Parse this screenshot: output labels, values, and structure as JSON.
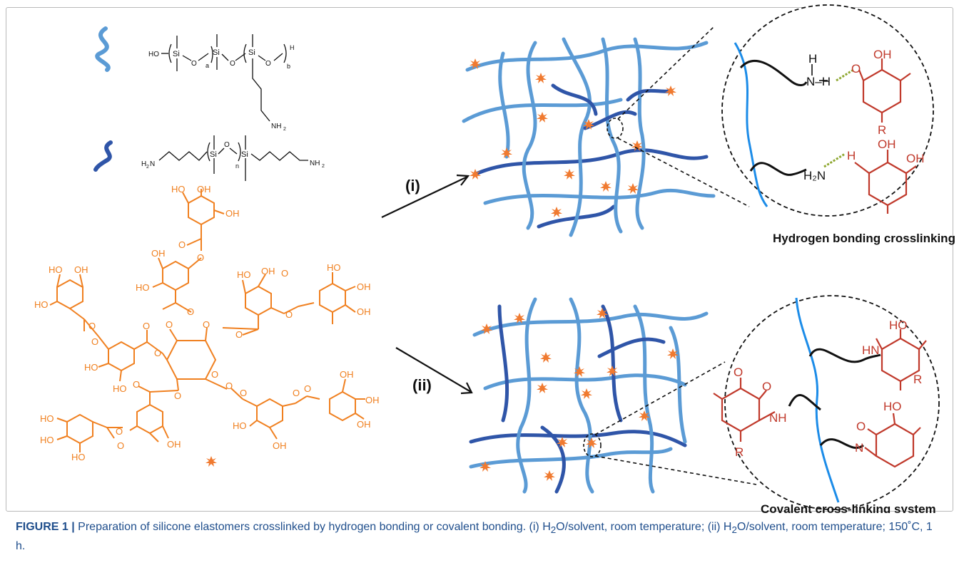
{
  "chem": {
    "polymer1": {
      "ho": "HO",
      "si1": "Si",
      "o1": "O",
      "sub_a": "a",
      "si2": "Si",
      "o2": "O",
      "si3": "Si",
      "o3": "O",
      "sub_b": "b",
      "h": "H",
      "nh2": "NH",
      "nh2_sub": "2"
    },
    "polymer2": {
      "h2n": "H",
      "h2n_sub": "2",
      "h2n_n": "N",
      "si1": "Si",
      "o": "O",
      "sub_n": "n",
      "si2": "Si",
      "nh2": "NH",
      "nh2_sub": "2"
    },
    "tannic_acid": {
      "oh": "OH",
      "ho": "HO",
      "o": "O"
    }
  },
  "arrows": {
    "upper": "(i)",
    "lower": "(ii)"
  },
  "zoom_upper": {
    "h": "H",
    "nh": "N–H",
    "o_h": "O",
    "h2n": "H₂N",
    "oh": "OH",
    "oh2": "OH",
    "r": "R"
  },
  "zoom_lower": {
    "ho1": "HO",
    "hn": "HN",
    "r1": "R",
    "o1": "O",
    "o2": "O",
    "nh": "NH",
    "r2": "R",
    "ho2": "HO",
    "o3": "O",
    "n": "N"
  },
  "labels": {
    "upper_system": "Hydrogen bonding crosslinking system",
    "lower_system": "Covalent cross-linking system"
  },
  "caption": {
    "label": "FIGURE 1 |",
    "text1": " Preparation of silicone elastomers crosslinked by hydrogen bonding or covalent bonding. (i) H",
    "sub1": "2",
    "text2": "O/solvent, room temperature; (ii) H",
    "sub2": "2",
    "text3": "O/solvent, room temperature; 150˚C, 1 h."
  },
  "colors": {
    "light_chain": "#5b9bd5",
    "dark_chain": "#2f55a8",
    "bright_chain": "#1c8ce8",
    "tannic": "#f08020",
    "crosslinker": "#f07a30",
    "zoom_red": "#c0392b",
    "hbond": "#8fa832",
    "caption": "#1f4e8c"
  }
}
